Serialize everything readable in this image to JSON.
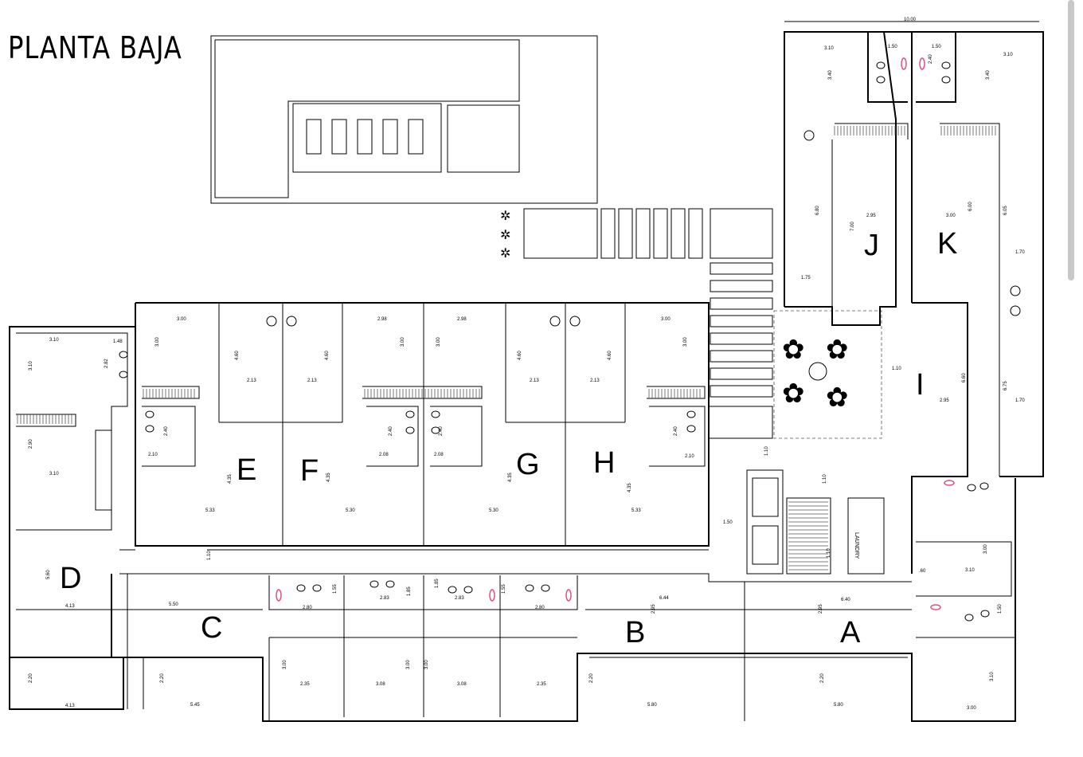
{
  "title": "PLANTA BAJA",
  "laundry_label": "LAUNDRY",
  "units": [
    "J",
    "K",
    "I",
    "E",
    "F",
    "G",
    "H",
    "D",
    "C",
    "B",
    "A"
  ],
  "dimensions": [
    "10.00",
    "3.10",
    "1.50",
    "1.50",
    "3.10",
    "3.40",
    "3.40",
    "2.40",
    "6.80",
    "2.95",
    "3.00",
    "7.00",
    "6.00",
    "6.05",
    "1.75",
    "1.70",
    "1.10",
    "2.95",
    "6.60",
    "6.75",
    "1.70",
    "3.10",
    "1.48",
    "3.10",
    "2.82",
    "2.90",
    "3.10",
    "3.00",
    "3.00",
    "2.40",
    "2.10",
    "5.33",
    "4.35",
    "4.60",
    "2.13",
    "2.13",
    "4.60",
    "4.35",
    "5.30",
    "2.98",
    "3.00",
    "2.40",
    "2.08",
    "2.98",
    "3.00",
    "2.40",
    "2.08",
    "5.30",
    "4.35",
    "4.60",
    "2.13",
    "2.13",
    "4.60",
    "4.35",
    "5.33",
    "3.00",
    "3.00",
    "2.40",
    "2.10",
    "1.50",
    "1.10",
    "5.60",
    "4.13",
    "2.20",
    "4.13",
    "5.50",
    "2.20",
    "5.45",
    "1.55",
    "2.80",
    "2.83",
    "1.85",
    "1.85",
    "2.83",
    "1.55",
    "2.80",
    "3.00",
    "2.35",
    "3.08",
    "3.00",
    "3.00",
    "3.08",
    "2.35",
    "6.44",
    "2.95",
    "2.20",
    "5.80",
    "6.40",
    "2.95",
    "2.20",
    "5.80",
    "3.10",
    "3.00",
    ".60",
    "1.50",
    "3.10",
    "3.00",
    "1.10",
    "1.10",
    "1.10"
  ],
  "colors": {
    "fixture_accent": "#e0507a",
    "line": "#000000"
  }
}
